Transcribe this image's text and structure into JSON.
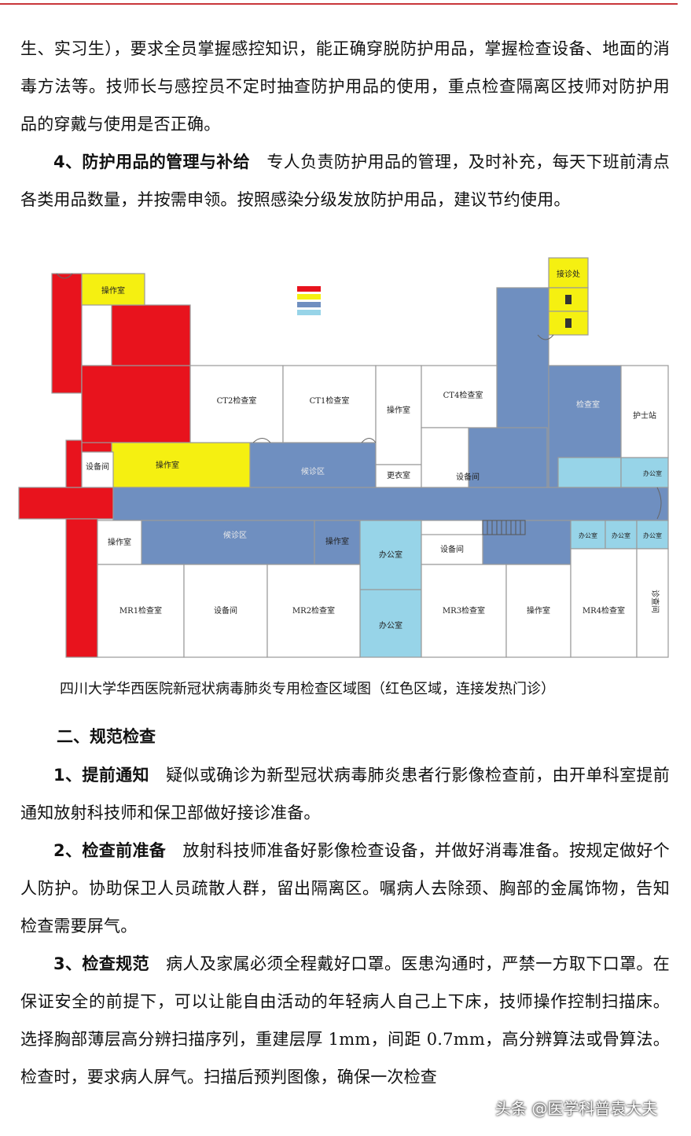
{
  "paragraphs": {
    "p1": "生、实习生），要求全员掌握感控知识，能正确穿脱防护用品，掌握检查设备、地面的消毒方法等。技师长与感控员不定时抽查防护用品的使用，重点检查隔离区技师对防护用品的穿戴与使用是否正确。",
    "p2_lead": "4、防护用品的管理与补给",
    "p2_body": "　专人负责防护用品的管理，及时补充，每天下班前清点各类用品数量，并按需申领。按照感染分级发放防护用品，建议节约使用。"
  },
  "floorplan": {
    "colors": {
      "red": "#e8131d",
      "yellow": "#f5f011",
      "blue": "#6f8fc0",
      "lightblue": "#97d4e8",
      "white": "#ffffff",
      "wall": "#9a9a9a"
    },
    "rooms": {
      "czs": "操作室",
      "ct2": "CT2检查室",
      "ct1": "CT1检查室",
      "ct4": "CT4检查室",
      "sbj": "设备间",
      "hzq": "候诊区",
      "gyj": "更衣室",
      "hsz": "护士站",
      "jzc": "接诊处",
      "bgs": "办公室",
      "mr1": "MR1检查室",
      "mr2": "MR2检查室",
      "mr3": "MR3检查室",
      "mr4": "MR4检查室",
      "jcs": "检查室",
      "zcz": "诊查间"
    }
  },
  "caption": "四川大学华西医院新冠状病毒肺炎专用检查区域图（红色区域，连接发热门诊）",
  "section2": {
    "title": "二、规范检查",
    "s1_lead": "1、提前通知",
    "s1_body": "　疑似或确诊为新型冠状病毒肺炎患者行影像检查前，由开单科室提前通知放射科技师和保卫部做好接诊准备。",
    "s2_lead": "2、检查前准备",
    "s2_body": "　放射科技师准备好影像检查设备，并做好消毒准备。按规定做好个人防护。协助保卫人员疏散人群，留出隔离区。嘱病人去除颈、胸部的金属饰物，告知检查需要屏气。",
    "s3_lead": "3、检查规范",
    "s3_body": "　病人及家属必须全程戴好口罩。医患沟通时，严禁一方取下口罩。在保证安全的前提下，可以让能自由活动的年轻病人自己上下床，技师操作控制扫描床。选择胸部薄层高分辨扫描序列，重建层厚 1mm，间距 0.7mm，高分辨算法或骨算法。检查时，要求病人屏气。扫描后预判图像，确保一次检查"
  },
  "watermark": "头条 @医学科普袁大夫"
}
